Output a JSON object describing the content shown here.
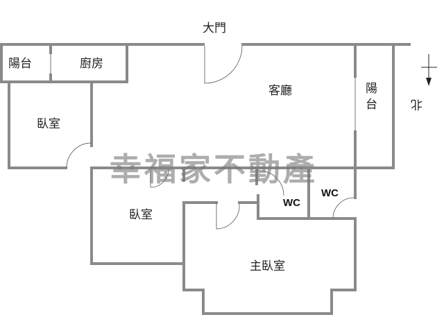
{
  "plan": {
    "entrance": "大門",
    "rooms": {
      "balcony_left": "陽台",
      "kitchen": "廚房",
      "bedroom_left": "臥室",
      "living_room": "客廳",
      "balcony_right_1": "陽",
      "balcony_right_2": "台",
      "bedroom_middle": "臥室",
      "wc_1": "WC",
      "wc_2": "WC",
      "master_bedroom": "主臥室"
    },
    "north_label": "北",
    "watermark": "幸福家不動產",
    "wall_color": "#8a8a8a"
  }
}
